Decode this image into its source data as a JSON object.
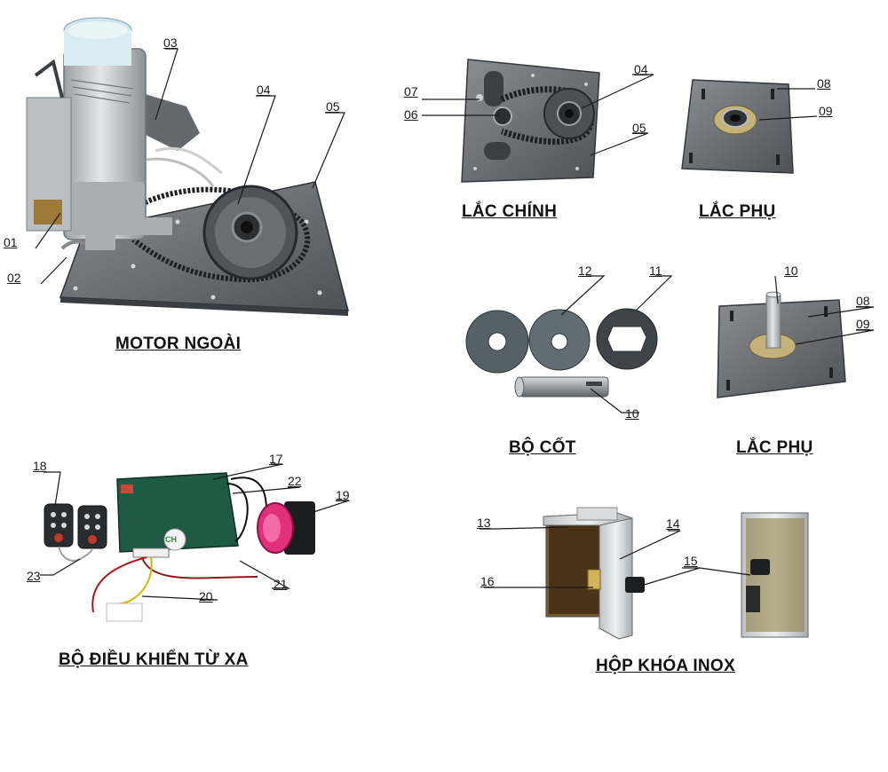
{
  "captions": {
    "motor_ngoai": "MOTOR NGOÀI",
    "lac_chinh": "LẮC CHÍNH",
    "lac_phu_top": "LẮC PHỤ",
    "bo_cot": "BỘ CỐT",
    "lac_phu_mid": "LẮC PHỤ",
    "bo_dieu_khien": "BỘ ĐIỀU KHIỂN TỪ XA",
    "hop_khoa": "HỘP KHÓA INOX"
  },
  "callouts": {
    "motor": [
      "01",
      "02",
      "03",
      "04",
      "05"
    ],
    "lac_chinh": [
      "07",
      "06",
      "04",
      "05"
    ],
    "lac_phu_top": [
      "08",
      "09"
    ],
    "bo_cot": [
      "12",
      "11",
      "10"
    ],
    "lac_phu_mid": [
      "10",
      "08",
      "09"
    ],
    "remote": [
      "18",
      "17",
      "22",
      "19",
      "23",
      "20",
      "21"
    ],
    "hop_khoa": [
      "13",
      "14",
      "15",
      "16"
    ]
  },
  "remote_label": "CH",
  "colors": {
    "steel": "#6b6f74",
    "steel_dark": "#3e4247",
    "motor_body": "#c9cdcf",
    "controller": "#1f5a44",
    "siren_pink": "#e0307a"
  }
}
